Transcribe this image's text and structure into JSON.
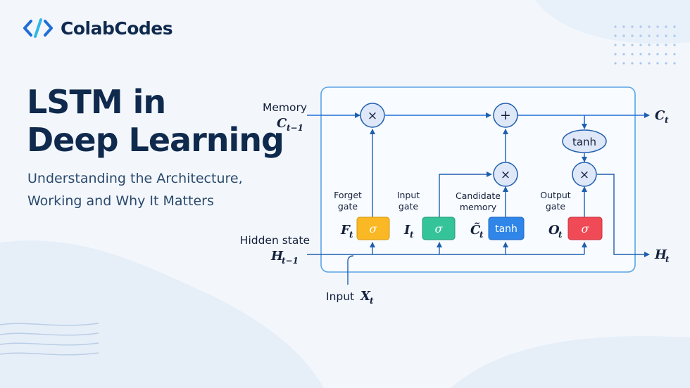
{
  "brand": {
    "name": "ColabCodes",
    "icon": "code-brackets-icon",
    "accent": "#1f6fd6"
  },
  "hero": {
    "title_line1": "LSTM in",
    "title_line2": "Deep Learning",
    "subtitle_line1": "Understanding the Architecture,",
    "subtitle_line2": "Working and Why It Matters"
  },
  "diagram": {
    "memory_label": "Memory",
    "memory_symbol": "C",
    "memory_sub": "t−1",
    "hidden_label": "Hidden state",
    "hidden_symbol": "H",
    "hidden_sub": "t−1",
    "input_label": "Input",
    "input_symbol": "X",
    "input_sub": "t",
    "out_c_symbol": "C",
    "out_c_sub": "t",
    "out_h_symbol": "H",
    "out_h_sub": "t",
    "forget": {
      "line1": "Forget",
      "line2": "gate",
      "symbol": "F",
      "sub": "t",
      "fn": "σ",
      "color": "#f9b824"
    },
    "input_gate": {
      "line1": "Input",
      "line2": "gate",
      "symbol": "I",
      "sub": "t",
      "fn": "σ",
      "color": "#35c49a"
    },
    "candidate": {
      "line1": "Candidate",
      "line2": "memory",
      "symbol": "C̃",
      "sub": "t",
      "fn": "tanh",
      "color": "#2f86e8"
    },
    "output_gate": {
      "line1": "Output",
      "line2": "gate",
      "symbol": "O",
      "sub": "t",
      "fn": "σ",
      "color": "#ef4a55"
    },
    "ops": {
      "multiply": "×",
      "add": "+",
      "tanh": "tanh"
    }
  }
}
